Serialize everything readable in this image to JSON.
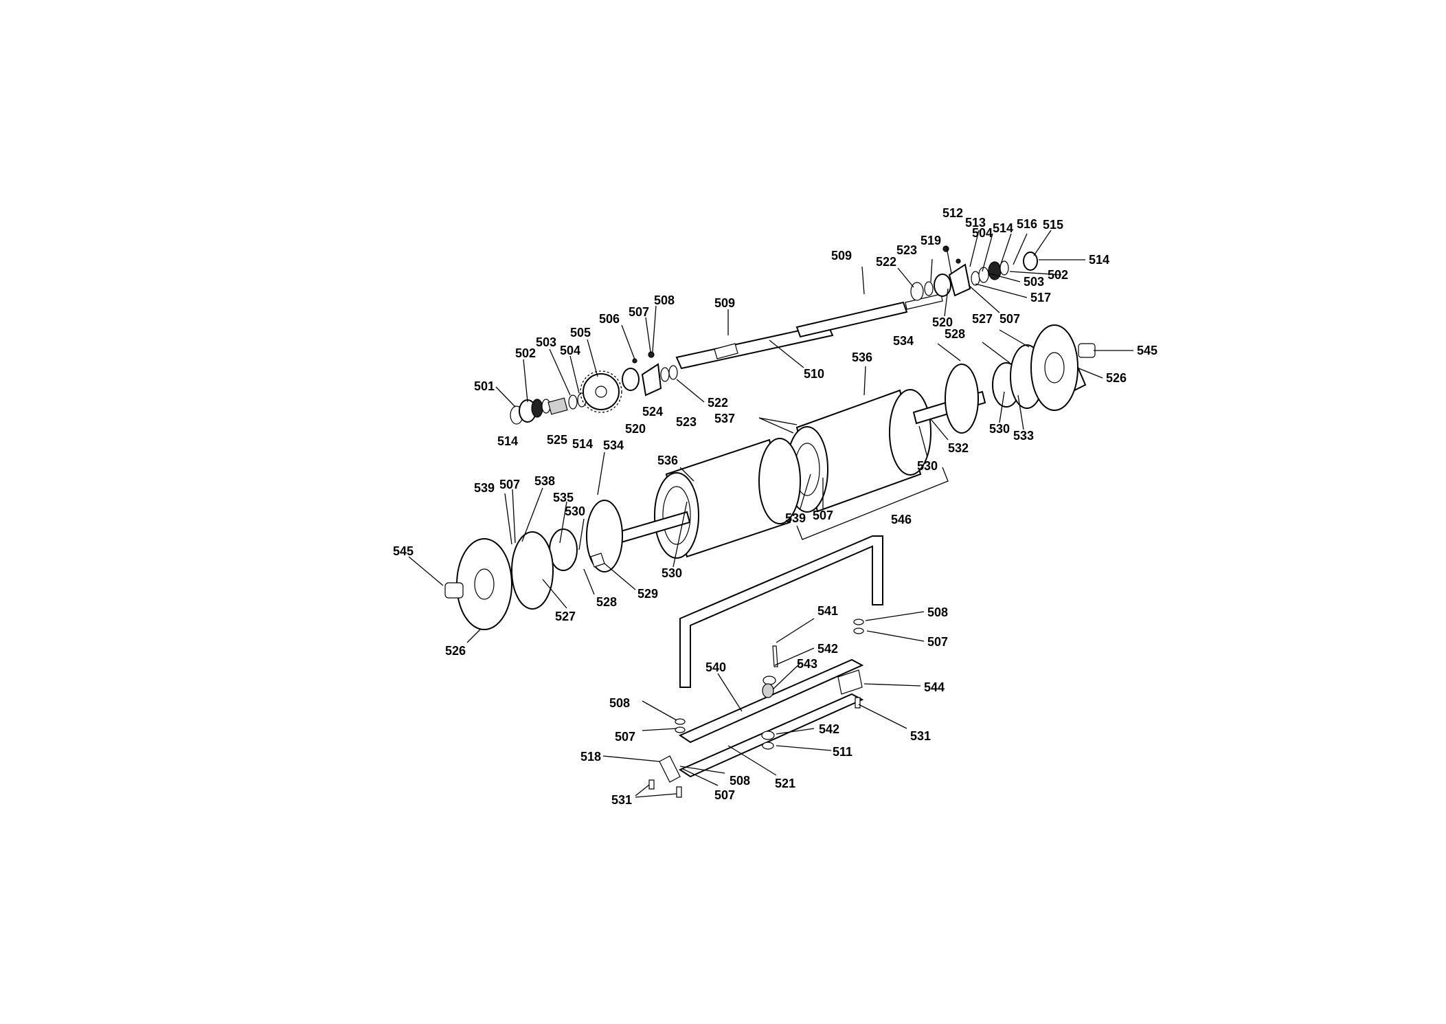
{
  "labels": {
    "l501": "501",
    "l502a": "502",
    "l503a": "503",
    "l504a": "504",
    "l505": "505",
    "l506": "506",
    "l507a": "507",
    "l508a": "508",
    "l509a": "509",
    "l510": "510",
    "l514a": "514",
    "l525": "525",
    "l514b": "514",
    "l520a": "520",
    "l524": "524",
    "l523a": "523",
    "l522a": "522",
    "l509b": "509",
    "l522b": "522",
    "l523b": "523",
    "l519": "519",
    "l512": "512",
    "l513": "513",
    "l504b": "504",
    "l514c": "514",
    "l516": "516",
    "l515": "515",
    "l514d": "514",
    "l502b": "502",
    "l503b": "503",
    "l517": "517",
    "l507b": "507",
    "l520b": "520",
    "l534a": "534",
    "l528a": "528",
    "l527a": "527",
    "l545a": "545",
    "l526a": "526",
    "l536a": "536",
    "l537": "537",
    "l530a": "530",
    "l533": "533",
    "l532": "532",
    "l530b": "530",
    "l539a": "539",
    "l507c": "507",
    "l546": "546",
    "l534b": "534",
    "l536b": "536",
    "l539b": "539",
    "l507d": "507",
    "l538": "538",
    "l535": "535",
    "l530c": "530",
    "l530d": "530",
    "l545b": "545",
    "l528b": "528",
    "l529": "529",
    "l527b": "527",
    "l526b": "526",
    "l541": "541",
    "l508b": "508",
    "l507e": "507",
    "l542a": "542",
    "l543": "543",
    "l540": "540",
    "l544": "544",
    "l508c": "508",
    "l507f": "507",
    "l542b": "542",
    "l511": "511",
    "l531a": "531",
    "l518": "518",
    "l508d": "508",
    "l507g": "507",
    "l521": "521",
    "l531b": "531"
  },
  "icons": [
    "roller-part-icon",
    "shaft-icon",
    "sprocket-icon",
    "bearing-icon",
    "frame-bracket-icon",
    "scraper-bar-icon"
  ]
}
